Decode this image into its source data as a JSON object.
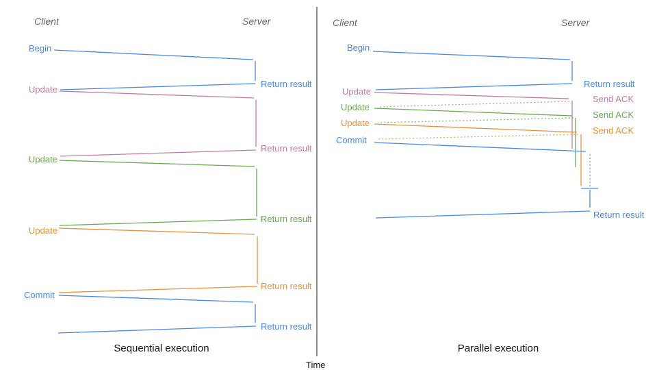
{
  "colors": {
    "blue": "#4a86e8",
    "magenta": "#c27ba0",
    "green": "#6aa84f",
    "orange": "#e69138",
    "gray": "#666666",
    "axis": "#4d4d4d"
  },
  "time_axis_label": "Time",
  "left": {
    "caption": "Sequential execution",
    "client": "Client",
    "server": "Server",
    "steps": [
      {
        "req": "Begin",
        "res": "Return result"
      },
      {
        "req": "Update",
        "res": "Return result"
      },
      {
        "req": "Update",
        "res": "Return result"
      },
      {
        "req": "Update",
        "res": "Return result"
      },
      {
        "req": "Commit",
        "res": "Return result"
      }
    ]
  },
  "right": {
    "caption": "Parallel execution",
    "client": "Client",
    "server": "Server",
    "steps": [
      {
        "req": "Begin",
        "res": "Return result"
      },
      {
        "req": "Update",
        "res": "Send ACK"
      },
      {
        "req": "Update",
        "res": "Send ACK"
      },
      {
        "req": "Update",
        "res": "Send ACK"
      },
      {
        "req": "Commit",
        "res": "Return result"
      }
    ]
  }
}
